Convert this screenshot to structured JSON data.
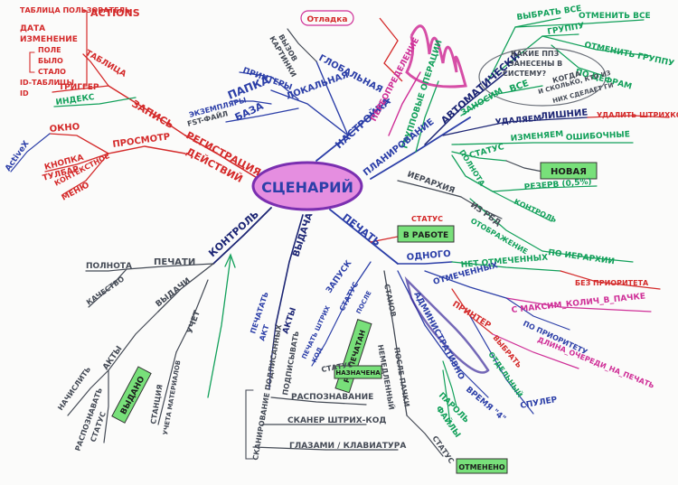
{
  "center": {
    "label": "СЦЕНАРИЙ"
  },
  "colors": {
    "red": "#d42a2a",
    "blue": "#2c3fa8",
    "navy": "#1c2574",
    "green": "#12a05a",
    "gray": "#444a55",
    "purple": "#7a2fb0",
    "pink": "#d93aa0",
    "magenta": "#cf2f97",
    "badge": "#78e07a",
    "center_fill": "#e58ee0"
  },
  "labels": {
    "tablitsa_polzovatel": "ТАБЛИЦА ПОЛЬЗОВАТЕЛЬ",
    "actions": "ACTIONS",
    "data": "ДАТА",
    "izmenenie": "ИЗМЕНЕНИЕ",
    "pole": "ПОЛЕ",
    "bylo": "БЫЛО",
    "stalo": "СТАЛО",
    "id_tablitsy": "ID-ТАБЛИЦЫ",
    "id": "ID",
    "tablitsa": "ТАБЛИЦА",
    "trigger": "ТРИГГЕР",
    "index": "ИНДЕКС",
    "zapis": "ЗАПИСЬ",
    "registratsiya": "РЕГИСТРАЦИЯ",
    "deystviy": "ДЕЙСТВИЙ",
    "prosmotr": "ПРОСМОТР",
    "okno": "ОКНО",
    "activex": "ActiveX",
    "knopka": "КНОПКА",
    "tulbar": "ТУЛБАР",
    "kontekstnoe": "КОНТЕКСТНОЕ",
    "menyu": "МЕНЮ",
    "otladka": "Отладка",
    "vyzov": "ВЫЗОВ",
    "kartinki": "КАРТИНКИ",
    "globalnaya": "ГЛОБАЛЬНАЯ",
    "printery": "ПРИНТЕРЫ",
    "lokalnaya": "ЛОКАЛЬНАЯ",
    "papka": "ПАПКА",
    "baza": "БАЗА",
    "ekzemplyary": "ЭКЗЕМПЛЯРЫ",
    "fst_fayl": "FST-ФАЙЛ",
    "nastroyka": "НАСТРОЙКА",
    "pereopredelenie": "ПЕРЕОПРЕДЕЛЕНИЕ",
    "gruppovye": "ГРУППОВЫЕ ОПЕРАЦИИ",
    "planirovanie": "ПЛАНИРОВАНИЕ",
    "avtomaticheski": "АВТОМАТИЧЕСКИ",
    "vybrat_vse": "ВЫБРАТЬ ВСЕ",
    "otmenit_vse": "ОТМЕНИТЬ ВСЕ",
    "gruppu": "ГРУППУ",
    "otmenit_gruppu": "ОТМЕНИТЬ ГРУППУ",
    "po_tsifram": "ПО ЦЕФРАМ",
    "kakie_ppz": "КАКИЕ ППЗ",
    "zaneseny_v": "ЗАНЕСЕНЫ В",
    "sistemu": "СИСТЕМУ?",
    "kogda": "КОГДА",
    "i_skolko": "И СКОЛЬКО, КТО ИЗ",
    "nikh_sdelat": "НИХ СДЕЛАЕТ ГИ",
    "zanosim": "ЗАНОСИМ",
    "vse": "ВСЕ",
    "udalyaem": "УДАЛЯЕМ",
    "lishnie": "ЛИШНИЕ",
    "udalit_shtrikhkod": "УДАЛИТЬ ШТРИХКОД",
    "izmenyaem": "ИЗМЕНЯЕМ",
    "oshibochnye": "ОШИБОЧНЫЕ",
    "status": "СТАТУС",
    "polnota": "ПОЛНОТА",
    "novaya": "НОВАЯ",
    "rezerv": "РЕЗЕРВ (0,5%)",
    "kontrol": "КОНТРОЛЬ",
    "ierarkhiya": "ИЕРАРХИЯ",
    "iz_rbd": "ИЗ РБД",
    "otobrazhenie": "ОТОБРАЖЕНИЕ",
    "po_ierarkhii": "ПО ИЕРАРХИИ",
    "v_rabote": "В РАБОТЕ",
    "pechat": "ПЕЧАТЬ",
    "odnogo": "ОДНОГО",
    "net_otmechennykh": "НЕТ ОТМЕЧЕННЫХ",
    "bez_prioriteta": "БЕЗ ПРИОРИТЕТА",
    "otmechennykh": "ОТМЕЧЕННЫХ",
    "s_maks_kolich": "С МАКСИМ_КОЛИЧ_В_ПАЧКЕ",
    "po_prioritetu": "ПО ПРИОРИТЕТУ",
    "printer": "ПРИНТЕР",
    "vybrat": "ВЫБРАТЬ",
    "otdelnyy": "ОТДЕЛЬНЫЙ",
    "dlina_ocheredi": "ДЛИНА_ОЧЕРЕДИ_НА_ПЕЧАТЬ",
    "spuler": "СПУЛЕР",
    "vremya": "ВРЕМЯ \"4\"",
    "parol": "ПАРОЛЬ",
    "fayly": "ФАЙЛЫ",
    "administrativno": "АДМИНИСТРАТИВНО",
    "otmeneno": "ОТМЕНЕНО",
    "statusa": "СТАТУС",
    "posle_pachki": "ПОСЛЕ ПАЧКИ",
    "nemedlennyy": "НЕМЕДЛЕННЫЙ",
    "stanov": "СТАНОВ",
    "zapusk": "ЗАПУСК",
    "status2": "СТАТУС",
    "posle": "ПОСЛЕ",
    "raspechatan": "РАСПЕЧАТАН",
    "naznachena": "НАЗНАЧЕНА",
    "pechat_shtrikh": "ПЕЧАТЬ ШТРИХ",
    "kod": "КОД",
    "status3": "СТАТУС",
    "akty": "АКТЫ",
    "pechatat": "ПЕЧАТАТЬ",
    "akt": "АКТ",
    "vydacha": "ВЫДАЧА",
    "podpisyvat": "ПОДПИСЫВАТЬ",
    "skanirovat": "СКАНИРОВАНИЕ ПОДПИСАННЫХ",
    "raspoznavanie": "РАСПОЗНАВАНИЕ",
    "skaner": "СКАНЕР ШТРИХ-КОД",
    "glazami": "ГЛАЗАМИ / КЛАВИАТУРА",
    "kontrol_main": "КОНТРОЛЬ",
    "polnota2": "ПОЛНОТА",
    "pechati": "ПЕЧАТИ",
    "kachestvo": "КАЧЕСТВО",
    "vydachi": "ВЫДАЧИ",
    "uchet": "УЧЕТ",
    "nachislit": "НАЧИСЛИТЬ",
    "akty2": "АКТЫ",
    "raspoznavat": "РАСПОЗНАВАТЬ",
    "status4": "СТАТУС",
    "vydano": "ВЫДАНО",
    "stantsiya": "СТАНЦИЯ",
    "ucheta": "УЧЕТА МАТЕРИАЛОВ"
  }
}
